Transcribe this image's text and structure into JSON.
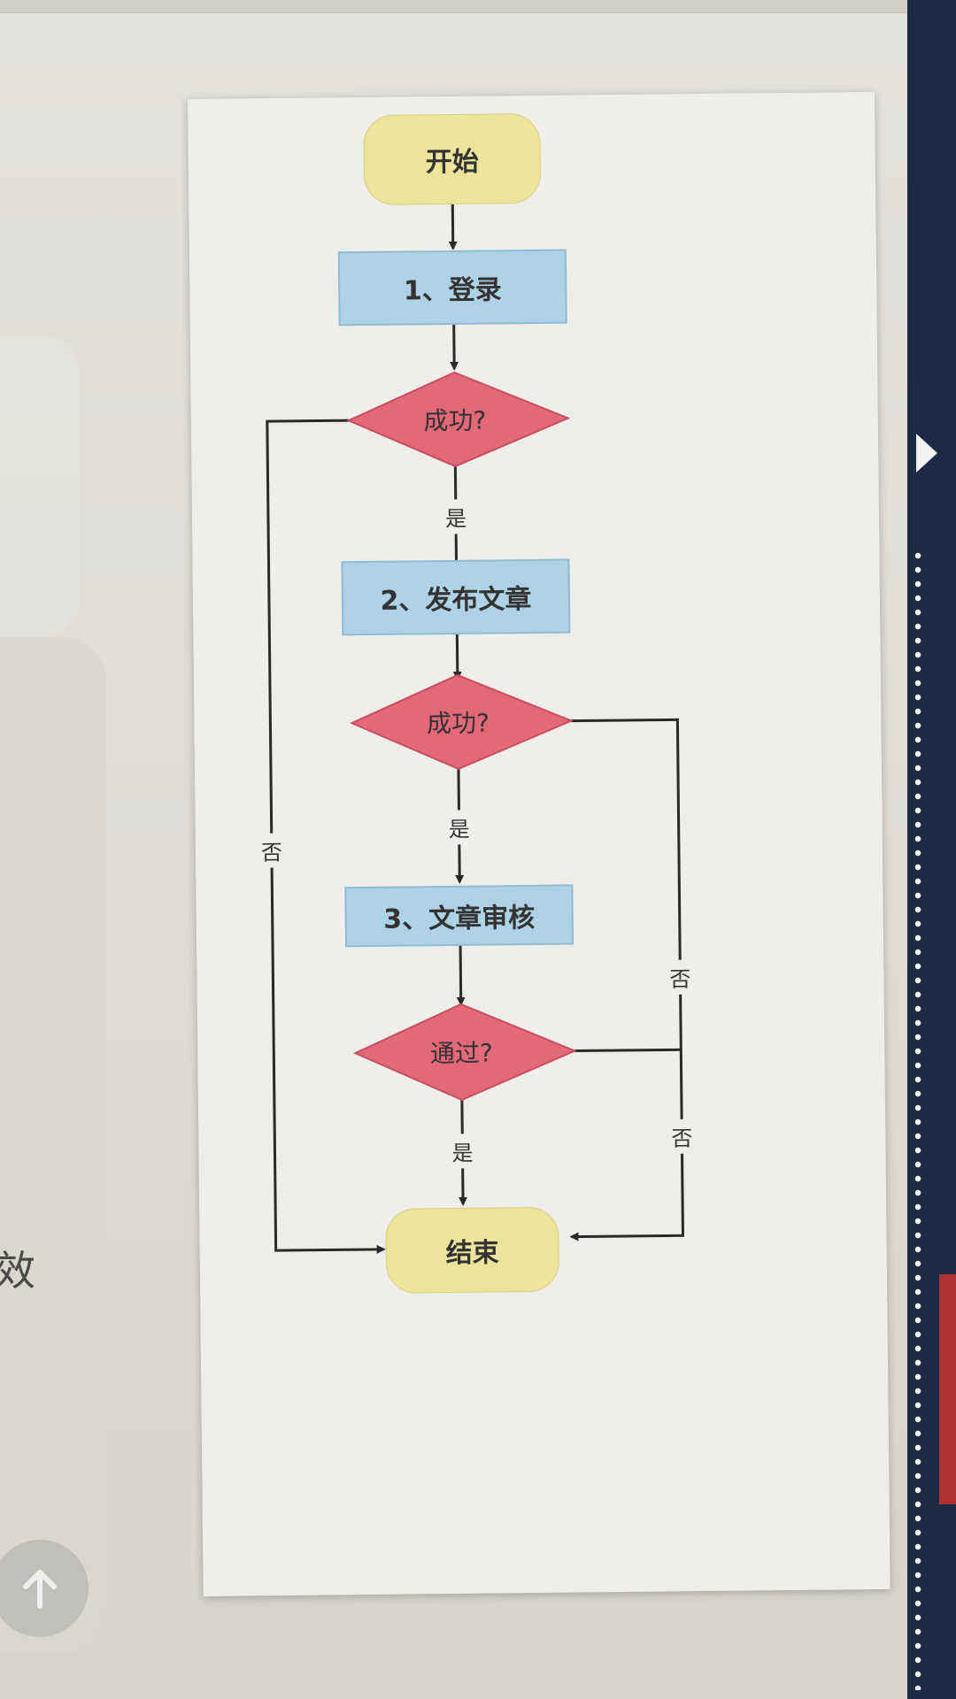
{
  "background": {
    "partial_text": "效"
  },
  "flowchart": {
    "nodes": {
      "start": "开始",
      "step1": "1、登录",
      "decision1": "成功?",
      "step2": "2、发布文章",
      "decision2": "成功?",
      "step3": "3、文章审核",
      "decision3": "通过?",
      "end": "结束"
    },
    "edges": {
      "yes1": "是",
      "yes2": "是",
      "yes3": "是",
      "no1": "否",
      "no2": "否",
      "no3": "否"
    }
  },
  "icons": {
    "up_button": "arrow-up-icon",
    "sidebar_expand": "play-triangle-icon"
  },
  "colors": {
    "terminal": "#ece49a",
    "process": "#aed3e6",
    "decision": "#e36878",
    "sidebar": "#1d2a44"
  }
}
